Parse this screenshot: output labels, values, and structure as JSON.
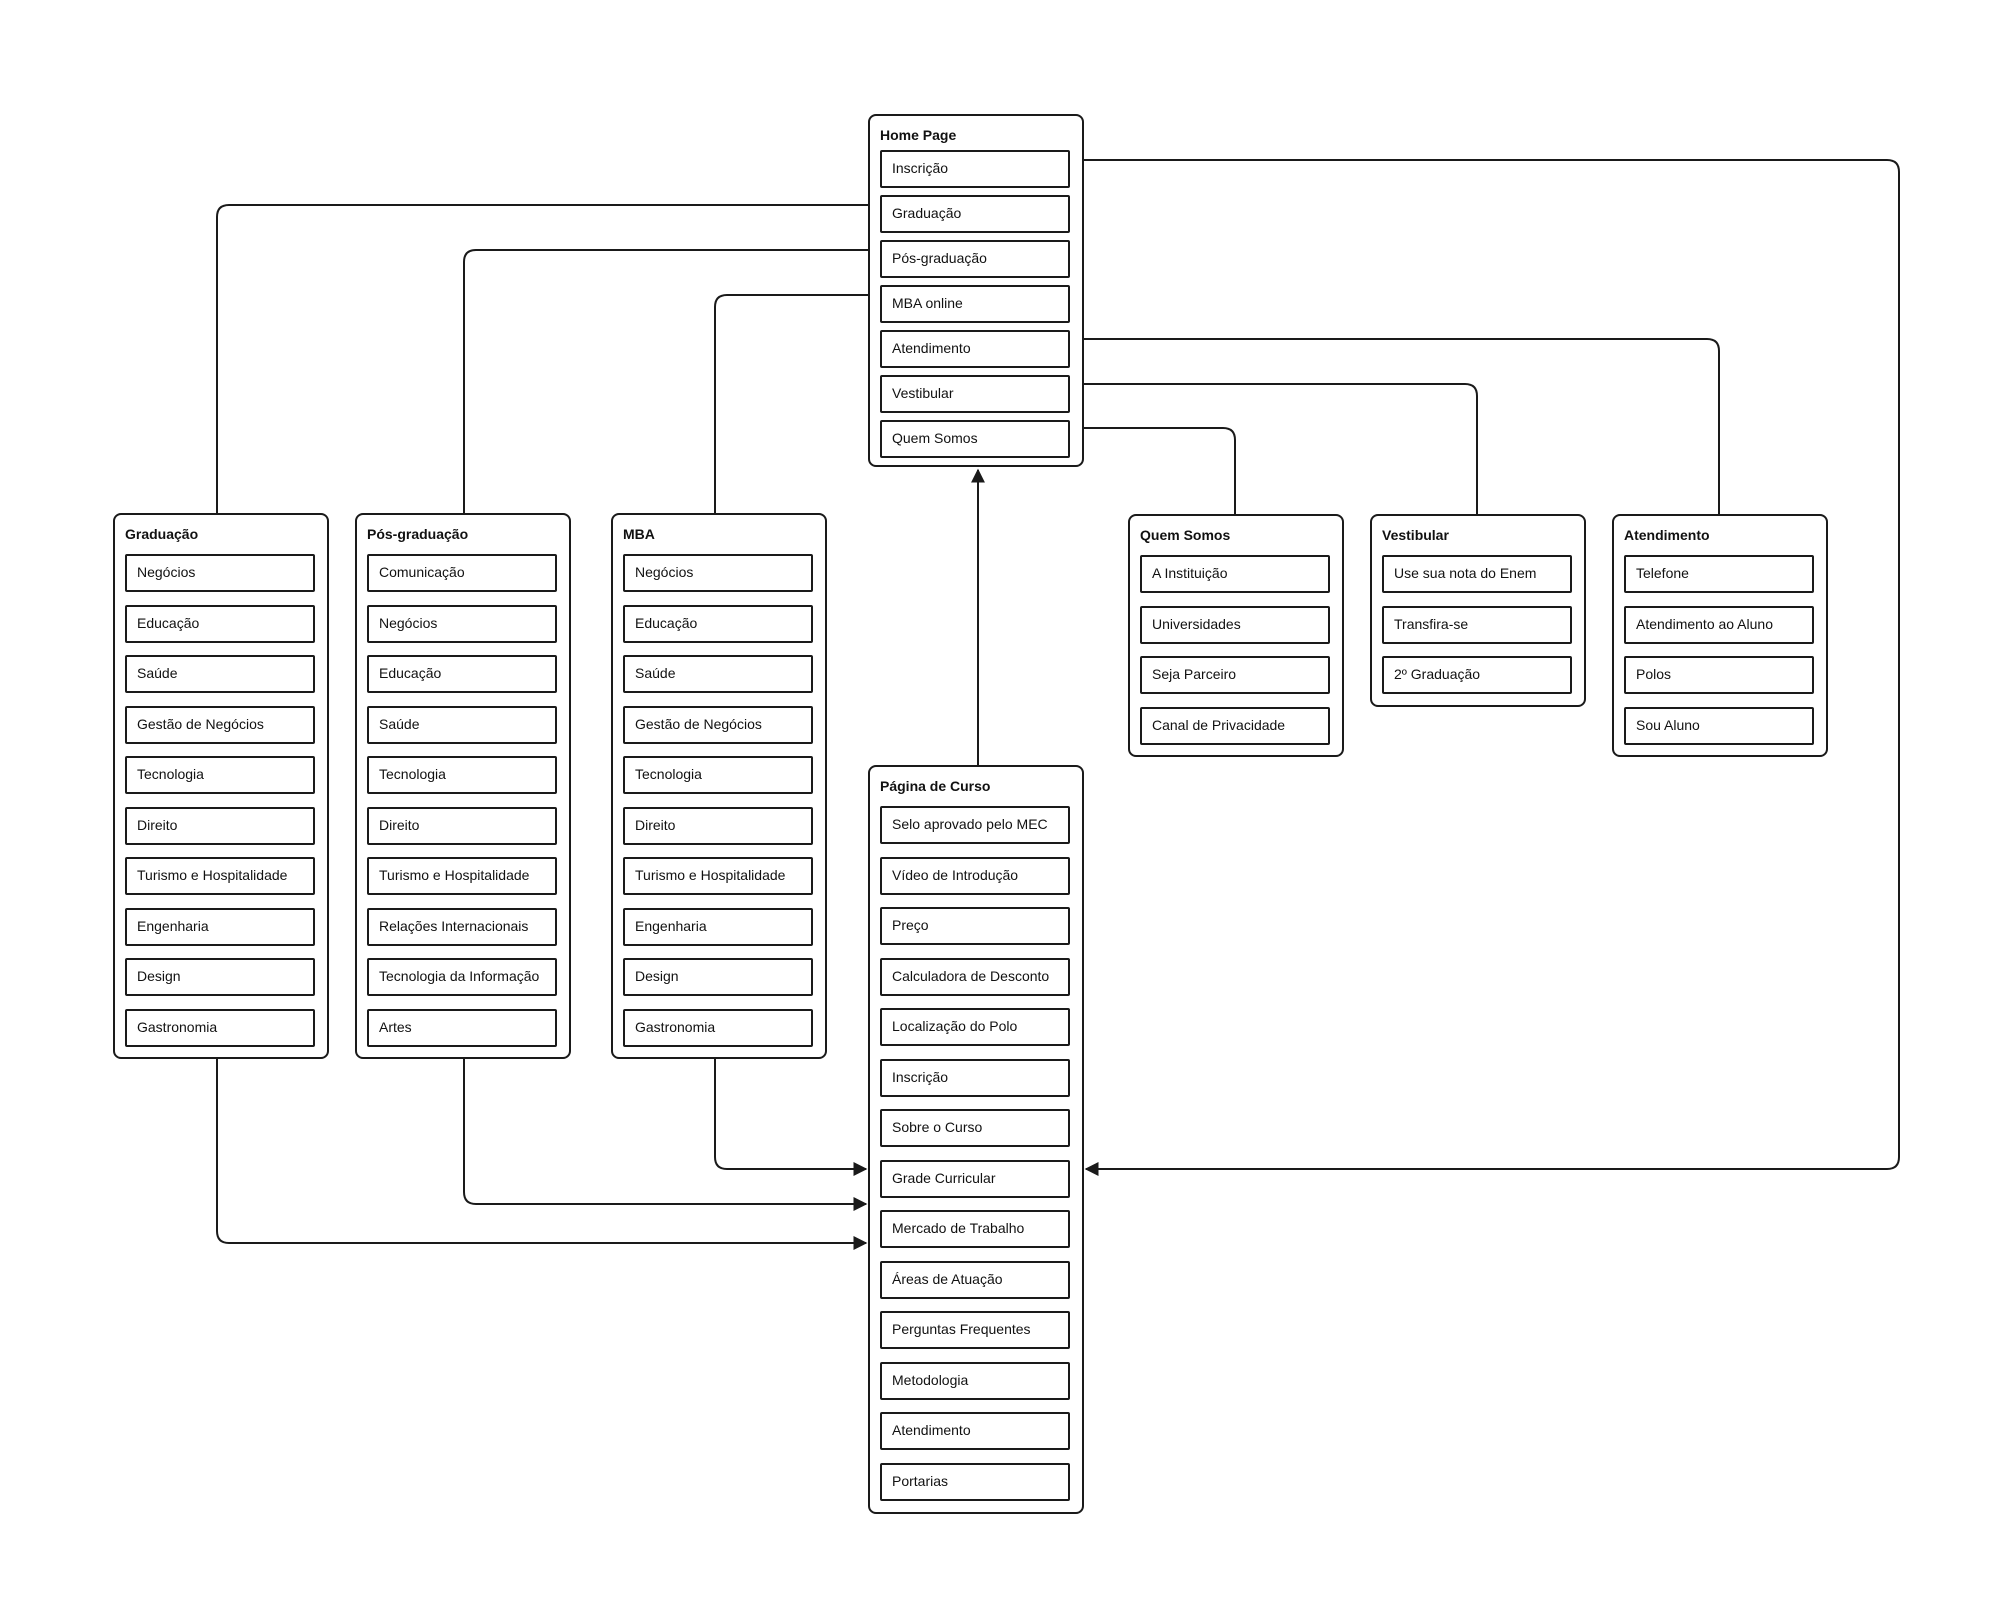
{
  "home": {
    "title": "Home Page",
    "items": [
      "Inscrição",
      "Graduação",
      "Pós-graduação",
      "MBA online",
      "Atendimento",
      "Vestibular",
      "Quem Somos"
    ]
  },
  "graduacao": {
    "title": "Graduação",
    "items": [
      "Negócios",
      "Educação",
      "Saúde",
      "Gestão de Negócios",
      "Tecnologia",
      "Direito",
      "Turismo e Hospitalidade",
      "Engenharia",
      "Design",
      "Gastronomia"
    ]
  },
  "pos": {
    "title": "Pós-graduação",
    "items": [
      "Comunicação",
      "Negócios",
      "Educação",
      "Saúde",
      "Tecnologia",
      "Direito",
      "Turismo e Hospitalidade",
      "Relações Internacionais",
      "Tecnologia da Informação",
      "Artes"
    ]
  },
  "mba": {
    "title": "MBA",
    "items": [
      "Negócios",
      "Educação",
      "Saúde",
      "Gestão de Negócios",
      "Tecnologia",
      "Direito",
      "Turismo e Hospitalidade",
      "Engenharia",
      "Design",
      "Gastronomia"
    ]
  },
  "quem": {
    "title": "Quem Somos",
    "items": [
      "A Instituição",
      "Universidades",
      "Seja Parceiro",
      "Canal de Privacidade"
    ]
  },
  "vestibular": {
    "title": "Vestibular",
    "items": [
      "Use sua nota do Enem",
      "Transfira-se",
      "2º Graduação"
    ]
  },
  "atendimento": {
    "title": "Atendimento",
    "items": [
      "Telefone",
      "Atendimento ao Aluno",
      "Polos",
      "Sou Aluno"
    ]
  },
  "curso": {
    "title": "Página de Curso",
    "items": [
      "Selo aprovado pelo MEC",
      "Vídeo de Introdução",
      "Preço",
      "Calculadora de Desconto",
      "Localização do Polo",
      "Inscrição",
      "Sobre o Curso",
      "Grade Curricular",
      "Mercado de Trabalho",
      "Áreas de Atuação",
      "Perguntas Frequentes",
      "Metodologia",
      "Atendimento",
      "Portarias"
    ]
  }
}
